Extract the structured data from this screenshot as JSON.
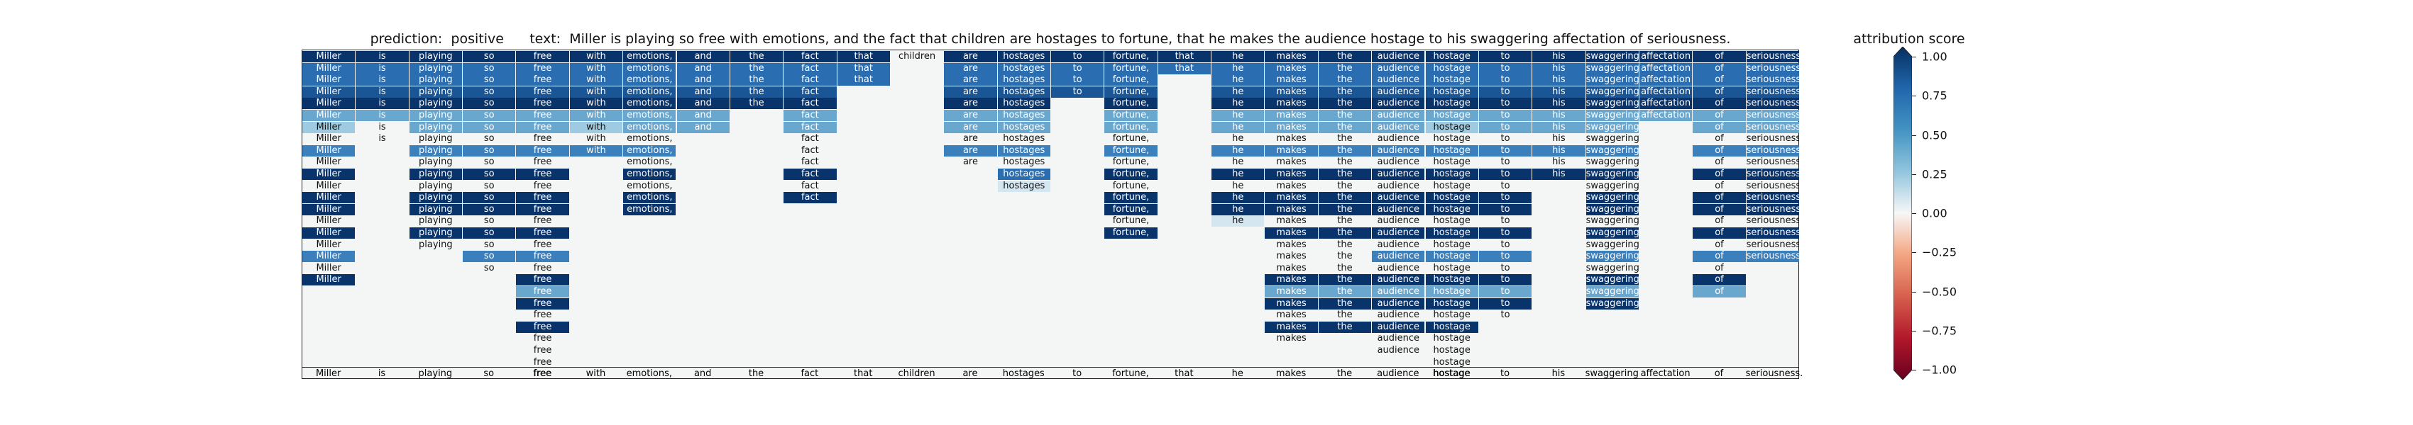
{
  "header": {
    "prediction_label": "prediction:",
    "prediction_value": "positive",
    "text_label": "text:",
    "text_value": "Miller is playing so free with emotions, and the fact that children are hostages to fortune, that he makes the audience hostage to his swaggering affectation of seriousness."
  },
  "colorbar": {
    "title": "attribution score",
    "ticks": [
      "1.00",
      "0.75",
      "0.50",
      "0.25",
      "0.00",
      "−0.25",
      "−0.50",
      "−0.75",
      "−1.00"
    ],
    "tick_values": [
      1.0,
      0.75,
      0.5,
      0.25,
      0.0,
      -0.25,
      -0.5,
      -0.75,
      -1.0
    ],
    "colormap": "RdBu",
    "range": [
      -1,
      1
    ]
  },
  "chart_data": {
    "type": "heatmap",
    "tokens": [
      "Miller",
      "is",
      "playing",
      "so",
      "free",
      "with",
      "emotions,",
      "and",
      "the",
      "fact",
      "that",
      "children",
      "are",
      "hostages",
      "to",
      "fortune,",
      "that",
      "he",
      "makes",
      "the",
      "audience",
      "hostage",
      "to",
      "his",
      "swaggering",
      "affectation",
      "of",
      "seriousness."
    ],
    "levels": [
      [
        0.9,
        0.9,
        0.9,
        0.9,
        0.9,
        0.9,
        0.9,
        0.9,
        0.9,
        0.9,
        0.9,
        0.0,
        0.9,
        0.9,
        0.9,
        0.9,
        0.9,
        0.9,
        0.9,
        0.9,
        0.9,
        0.9,
        0.9,
        0.9,
        0.9,
        0.9,
        0.9,
        0.9
      ],
      [
        0.7,
        0.7,
        0.7,
        0.7,
        0.7,
        0.7,
        0.7,
        0.7,
        0.7,
        0.7,
        0.7,
        null,
        0.7,
        0.7,
        0.7,
        0.7,
        0.7,
        0.7,
        0.7,
        0.7,
        0.7,
        0.7,
        0.7,
        0.7,
        0.7,
        0.7,
        0.7,
        0.7
      ],
      [
        0.7,
        0.7,
        0.7,
        0.7,
        0.7,
        0.7,
        0.7,
        0.7,
        0.7,
        0.7,
        0.7,
        null,
        0.7,
        0.7,
        0.7,
        0.7,
        null,
        0.7,
        0.7,
        0.7,
        0.7,
        0.7,
        0.7,
        0.7,
        0.7,
        0.7,
        0.7,
        0.7
      ],
      [
        0.8,
        0.8,
        0.8,
        0.8,
        0.8,
        0.8,
        0.8,
        0.8,
        0.8,
        0.8,
        null,
        null,
        0.8,
        0.8,
        0.8,
        0.8,
        null,
        0.8,
        0.8,
        0.8,
        0.8,
        0.8,
        0.8,
        0.8,
        0.8,
        0.8,
        0.8,
        0.8
      ],
      [
        0.85,
        0.85,
        0.85,
        0.85,
        0.85,
        0.85,
        0.85,
        0.85,
        0.85,
        0.85,
        null,
        null,
        0.85,
        0.85,
        null,
        0.85,
        null,
        0.85,
        0.85,
        0.85,
        0.85,
        0.85,
        0.85,
        0.85,
        0.85,
        0.85,
        0.85,
        0.85
      ],
      [
        0.5,
        0.5,
        0.5,
        0.5,
        0.5,
        0.5,
        0.5,
        0.5,
        null,
        0.5,
        null,
        null,
        0.5,
        0.5,
        null,
        0.5,
        null,
        0.5,
        0.5,
        0.5,
        0.5,
        0.5,
        0.5,
        0.5,
        0.5,
        0.5,
        0.5,
        0.5
      ],
      [
        0.4,
        0.0,
        0.5,
        0.5,
        0.5,
        0.4,
        0.5,
        0.5,
        null,
        0.5,
        null,
        null,
        0.5,
        0.5,
        null,
        0.5,
        null,
        0.5,
        0.5,
        0.5,
        0.5,
        0.4,
        0.5,
        0.5,
        0.5,
        null,
        0.5,
        0.5
      ],
      [
        0.0,
        0.0,
        0.0,
        0.0,
        0.0,
        0.0,
        0.0,
        null,
        null,
        0.0,
        null,
        null,
        0.0,
        0.0,
        null,
        0.0,
        null,
        0.0,
        0.0,
        0.0,
        0.0,
        0.0,
        0.0,
        0.0,
        0.0,
        null,
        0.0,
        0.0
      ],
      [
        0.6,
        null,
        0.6,
        0.6,
        0.6,
        0.6,
        0.6,
        null,
        null,
        0.0,
        null,
        null,
        0.6,
        0.6,
        null,
        0.6,
        null,
        0.6,
        0.6,
        0.6,
        0.6,
        0.6,
        0.6,
        0.6,
        0.6,
        null,
        0.6,
        0.6
      ],
      [
        0.0,
        null,
        0.0,
        0.0,
        0.0,
        null,
        0.0,
        null,
        null,
        0.0,
        null,
        null,
        0.0,
        0.0,
        null,
        0.0,
        null,
        0.0,
        0.0,
        0.0,
        0.0,
        0.0,
        0.0,
        0.0,
        0.0,
        null,
        0.0,
        0.0
      ],
      [
        0.85,
        null,
        0.85,
        0.85,
        0.85,
        null,
        0.85,
        null,
        null,
        0.85,
        null,
        null,
        null,
        0.7,
        null,
        0.85,
        null,
        0.85,
        0.85,
        0.85,
        0.85,
        0.85,
        0.85,
        0.85,
        0.85,
        null,
        0.85,
        0.85
      ],
      [
        0.0,
        null,
        0.0,
        0.0,
        0.0,
        null,
        0.0,
        null,
        null,
        0.0,
        null,
        null,
        null,
        0.2,
        null,
        0.0,
        null,
        0.0,
        0.0,
        0.0,
        0.0,
        0.0,
        0.0,
        null,
        0.0,
        null,
        0.0,
        0.0
      ],
      [
        0.85,
        null,
        0.85,
        0.85,
        0.85,
        null,
        0.85,
        null,
        null,
        0.85,
        null,
        null,
        null,
        null,
        null,
        0.85,
        null,
        0.85,
        0.85,
        0.85,
        0.85,
        0.85,
        0.85,
        null,
        0.85,
        null,
        0.85,
        0.85
      ],
      [
        0.85,
        null,
        0.85,
        0.85,
        0.85,
        null,
        0.85,
        null,
        null,
        null,
        null,
        null,
        null,
        null,
        null,
        0.85,
        null,
        0.85,
        0.85,
        0.85,
        0.85,
        0.85,
        0.85,
        null,
        0.85,
        null,
        0.85,
        0.85
      ],
      [
        0.0,
        null,
        0.0,
        0.0,
        0.0,
        null,
        null,
        null,
        null,
        null,
        null,
        null,
        null,
        null,
        null,
        0.0,
        null,
        0.2,
        0.0,
        0.0,
        0.0,
        0.0,
        0.0,
        null,
        0.0,
        null,
        0.0,
        0.0
      ],
      [
        0.85,
        null,
        0.85,
        0.85,
        0.85,
        null,
        null,
        null,
        null,
        null,
        null,
        null,
        null,
        null,
        null,
        0.85,
        null,
        null,
        0.85,
        0.85,
        0.85,
        0.85,
        0.85,
        null,
        0.85,
        null,
        0.85,
        0.85
      ],
      [
        0.0,
        null,
        0.0,
        0.0,
        0.0,
        null,
        null,
        null,
        null,
        null,
        null,
        null,
        null,
        null,
        null,
        null,
        null,
        null,
        0.0,
        0.0,
        0.0,
        0.0,
        0.0,
        null,
        0.0,
        null,
        0.0,
        0.0
      ],
      [
        0.6,
        null,
        null,
        0.6,
        0.6,
        null,
        null,
        null,
        null,
        null,
        null,
        null,
        null,
        null,
        null,
        null,
        null,
        null,
        0.0,
        0.0,
        0.6,
        0.6,
        0.6,
        null,
        0.6,
        null,
        0.6,
        0.6
      ],
      [
        0.0,
        null,
        null,
        0.0,
        0.0,
        null,
        null,
        null,
        null,
        null,
        null,
        null,
        null,
        null,
        null,
        null,
        null,
        null,
        0.0,
        0.0,
        0.0,
        0.0,
        0.0,
        null,
        0.0,
        null,
        0.0,
        null
      ],
      [
        0.9,
        null,
        null,
        null,
        0.9,
        null,
        null,
        null,
        null,
        null,
        null,
        null,
        null,
        null,
        null,
        null,
        null,
        null,
        0.9,
        0.9,
        0.9,
        0.9,
        0.9,
        null,
        0.9,
        null,
        0.9,
        null
      ],
      [
        null,
        null,
        null,
        null,
        0.5,
        null,
        null,
        null,
        null,
        null,
        null,
        null,
        null,
        null,
        null,
        null,
        null,
        null,
        0.5,
        0.5,
        0.5,
        0.5,
        0.5,
        null,
        0.5,
        null,
        0.5,
        null
      ],
      [
        null,
        null,
        null,
        null,
        0.9,
        null,
        null,
        null,
        null,
        null,
        null,
        null,
        null,
        null,
        null,
        null,
        null,
        null,
        0.9,
        0.9,
        0.9,
        0.9,
        0.9,
        null,
        0.9,
        null,
        null,
        null
      ],
      [
        null,
        null,
        null,
        null,
        0.0,
        null,
        null,
        null,
        null,
        null,
        null,
        null,
        null,
        null,
        null,
        null,
        null,
        null,
        0.0,
        0.0,
        0.0,
        0.0,
        0.0,
        null,
        null,
        null,
        null,
        null
      ],
      [
        null,
        null,
        null,
        null,
        0.9,
        null,
        null,
        null,
        null,
        null,
        null,
        null,
        null,
        null,
        null,
        null,
        null,
        null,
        0.9,
        0.9,
        0.9,
        0.9,
        null,
        null,
        null,
        null,
        null,
        null
      ],
      [
        null,
        null,
        null,
        null,
        0.0,
        null,
        null,
        null,
        null,
        null,
        null,
        null,
        null,
        null,
        null,
        null,
        null,
        null,
        0.0,
        null,
        0.0,
        0.0,
        null,
        null,
        null,
        null,
        null,
        null
      ],
      [
        null,
        null,
        null,
        null,
        0.0,
        null,
        null,
        null,
        null,
        null,
        null,
        null,
        null,
        null,
        null,
        null,
        null,
        null,
        null,
        null,
        0.0,
        0.0,
        null,
        null,
        null,
        null,
        null,
        null
      ],
      [
        null,
        null,
        null,
        null,
        0.0,
        null,
        null,
        null,
        null,
        null,
        null,
        null,
        null,
        null,
        null,
        null,
        null,
        null,
        null,
        null,
        null,
        0.0,
        null,
        null,
        null,
        null,
        null,
        null
      ],
      [
        null,
        null,
        null,
        null,
        0.0,
        null,
        null,
        null,
        null,
        null,
        null,
        null,
        null,
        null,
        null,
        null,
        null,
        null,
        null,
        null,
        null,
        0.0,
        null,
        null,
        null,
        null,
        null,
        null
      ]
    ],
    "footer_tokens": [
      "Miller",
      "is",
      "playing",
      "so",
      "free",
      "with",
      "emotions,",
      "and",
      "the",
      "fact",
      "that",
      "children",
      "are",
      "hostages",
      "to",
      "fortune,",
      "that",
      "he",
      "makes",
      "the",
      "audience",
      "hostage",
      "to",
      "his",
      "swaggering",
      "affectation",
      "of",
      "seriousness."
    ]
  }
}
